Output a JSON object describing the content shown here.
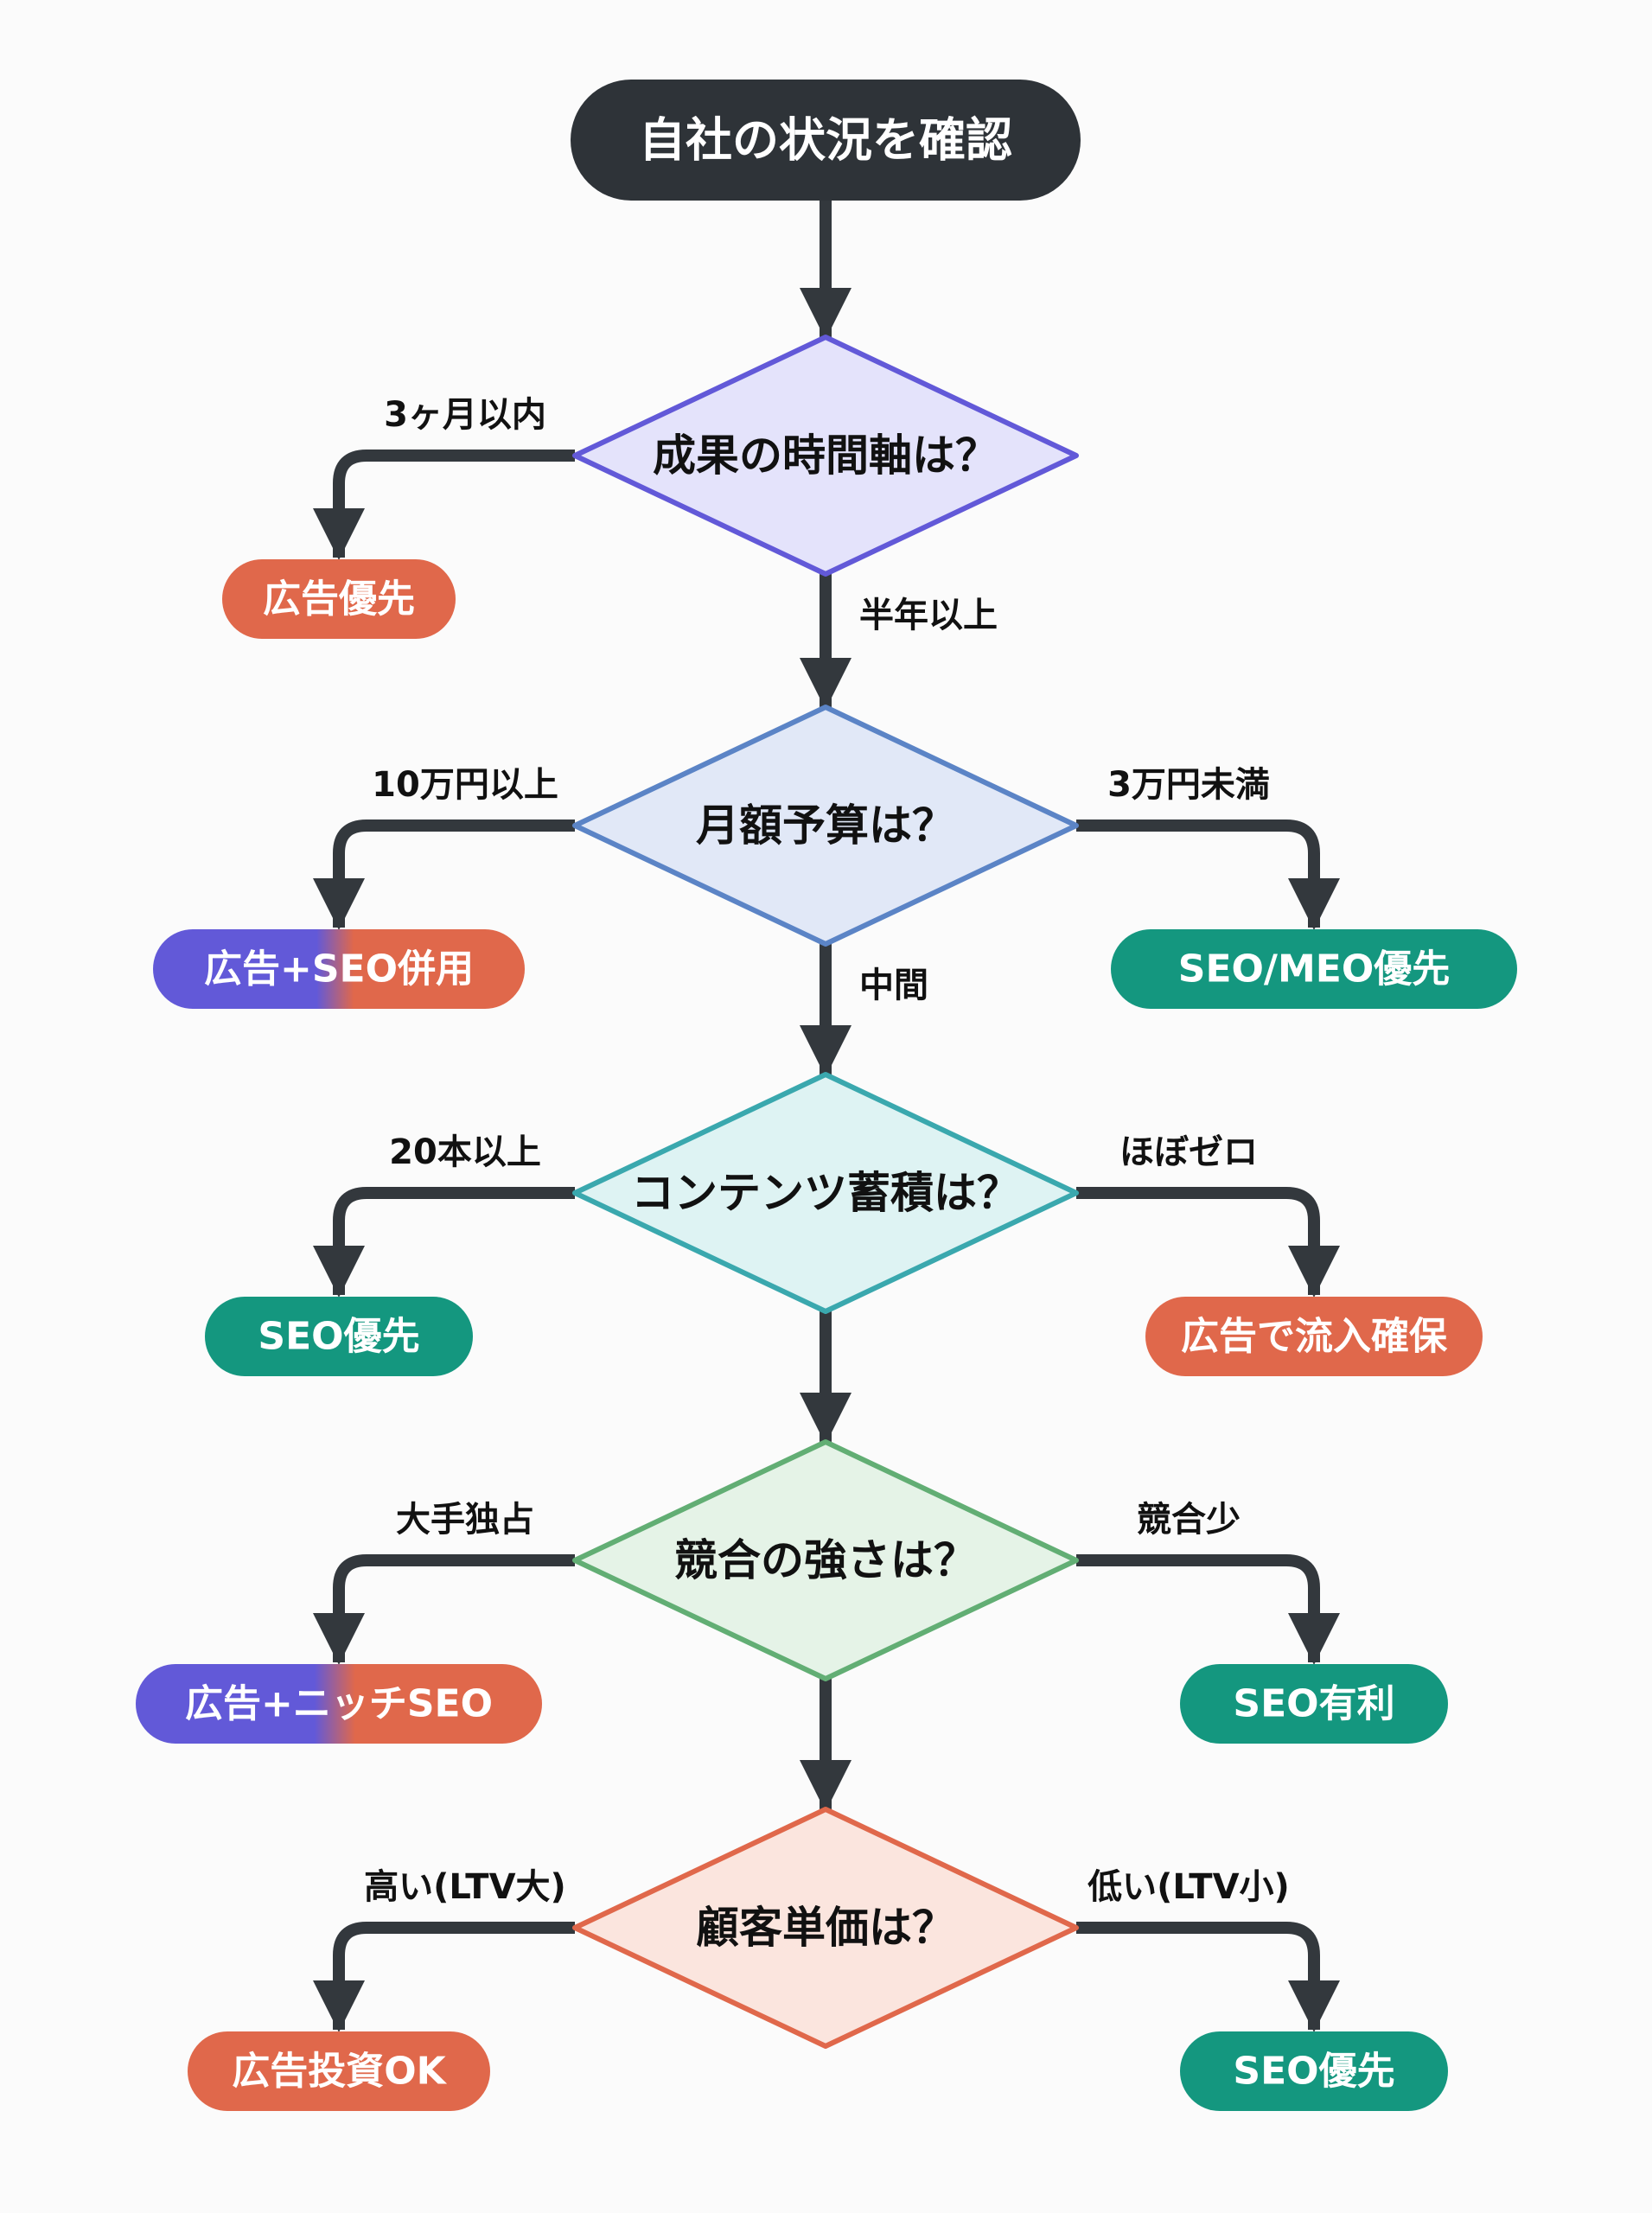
{
  "start": {
    "label": "自社の状況を確認"
  },
  "questions": [
    {
      "label": "成果の時間軸は？",
      "color": "#6259d8",
      "fill": "#e4e3fb",
      "left_branch": "3ヶ月以内",
      "down_branch": "半年以上",
      "right_branch": ""
    },
    {
      "label": "月額予算は？",
      "color": "#5b84c6",
      "fill": "#e1e8f7",
      "left_branch": "10万円以上",
      "down_branch": "中間",
      "right_branch": "3万円未満"
    },
    {
      "label": "コンテンツ蓄積は？",
      "color": "#3aa8ae",
      "fill": "#def3f3",
      "left_branch": "20本以上",
      "down_branch": "",
      "right_branch": "ほぼゼロ"
    },
    {
      "label": "競合の強さは？",
      "color": "#62ae74",
      "fill": "#e5f3e7",
      "left_branch": "大手独占",
      "down_branch": "",
      "right_branch": "競合少"
    },
    {
      "label": "顧客単価は？",
      "color": "#e0684b",
      "fill": "#fbe5de",
      "left_branch": "高い(LTV大)",
      "down_branch": "",
      "right_branch": "低い(LTV小)"
    }
  ],
  "outcomes": {
    "left": [
      {
        "label": "広告優先",
        "kind": "ad"
      },
      {
        "label": "広告+SEO併用",
        "kind": "mixed"
      },
      {
        "label": "SEO優先",
        "kind": "seo"
      },
      {
        "label": "広告+ニッチSEO",
        "kind": "mixed"
      },
      {
        "label": "広告投資OK",
        "kind": "ad"
      }
    ],
    "right": [
      null,
      {
        "label": "SEO/MEO優先",
        "kind": "seo"
      },
      {
        "label": "広告で流入確保",
        "kind": "ad"
      },
      {
        "label": "SEO有利",
        "kind": "seo"
      },
      {
        "label": "SEO優先",
        "kind": "seo"
      }
    ]
  },
  "colors": {
    "node_dark": "#2e3338",
    "connector": "#33383d",
    "ad": "#e0684b",
    "seo": "#14977f",
    "mixed_left": "#6259d8",
    "pill_text": "#ffffff",
    "label_text": "#111111"
  }
}
